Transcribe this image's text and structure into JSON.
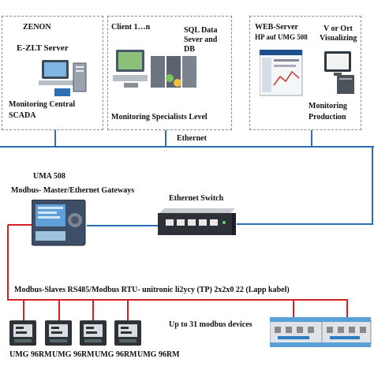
{
  "panels": {
    "left": {
      "vendor": "ZENON",
      "server": "E-ZLT Server",
      "level_line1": "Monitoring Central",
      "level_line2": "SCADA"
    },
    "middle": {
      "client": "Client 1…n",
      "db_line1": "SQL Data",
      "db_line2": "Sever and",
      "db_line3": "DB",
      "level": "Monitoring Specialists Level"
    },
    "right": {
      "web_line1": "WEB-Server",
      "web_line2": "HP auf UMG 508",
      "ort_line1": "V or Ort",
      "ort_line2": "Visualizing",
      "level_line1": "Monitoring",
      "level_line2": "Production"
    }
  },
  "network": {
    "ethernet_label": "Ethernet",
    "switch_label": "Ethernet Switch"
  },
  "gateway": {
    "model": "UMA 508",
    "role": "Modbus- Master/Ethernet  Gateways"
  },
  "bus": {
    "label": "Modbus-Slaves RS485/Modbus RTU- unitronic li2ycy (TP) 2x2x0 22 (Lapp kabel)"
  },
  "slaves": {
    "capacity_note": "Up to 31 modbus devices",
    "meters": [
      "UMG 96RM",
      "UMG 96RM",
      "UMG 96RM",
      "UMG 96RM"
    ]
  },
  "colors": {
    "ethernet_line": "#2b6fb6",
    "bus_line": "#d42020",
    "panel_border": "#8a8a8a"
  }
}
